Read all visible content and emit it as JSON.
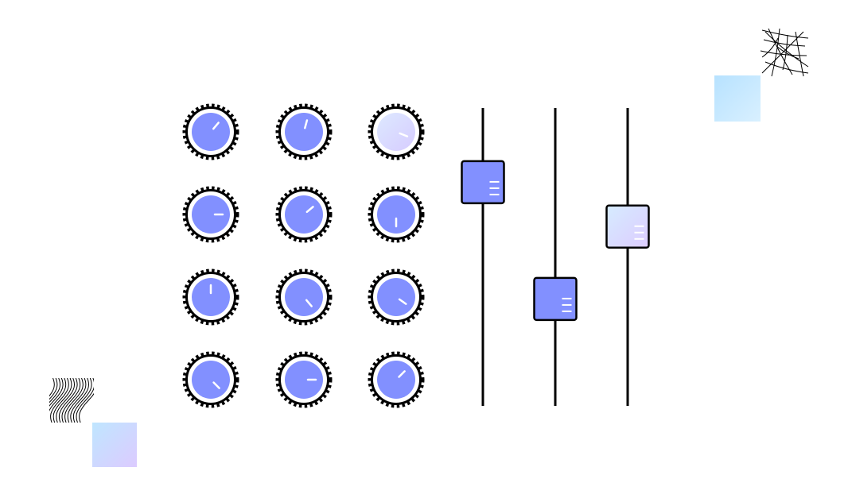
{
  "colors": {
    "knob_fill": "#8290ff",
    "knob_ring": "#000000",
    "knob_bg": "#ffffff",
    "indicator": "#ffffff",
    "fader_track": "#000000",
    "fader_handle": "#8290ff",
    "gradient_start": "#d8e6ff",
    "gradient_end": "#d9c8ff",
    "deco_blue_start": "#c4ebff",
    "deco_blue_end": "#b6dfff"
  },
  "knobs": [
    {
      "row": 0,
      "col": 0,
      "angle": 40,
      "style": "solid"
    },
    {
      "row": 0,
      "col": 1,
      "angle": 15,
      "style": "solid"
    },
    {
      "row": 0,
      "col": 2,
      "angle": 112,
      "style": "gradient"
    },
    {
      "row": 1,
      "col": 0,
      "angle": 90,
      "style": "solid"
    },
    {
      "row": 1,
      "col": 1,
      "angle": 50,
      "style": "solid"
    },
    {
      "row": 1,
      "col": 2,
      "angle": 180,
      "style": "solid"
    },
    {
      "row": 2,
      "col": 0,
      "angle": 0,
      "style": "solid"
    },
    {
      "row": 2,
      "col": 1,
      "angle": 140,
      "style": "solid"
    },
    {
      "row": 2,
      "col": 2,
      "angle": 125,
      "style": "solid"
    },
    {
      "row": 3,
      "col": 0,
      "angle": 135,
      "style": "solid"
    },
    {
      "row": 3,
      "col": 1,
      "angle": 90,
      "style": "solid"
    },
    {
      "row": 3,
      "col": 2,
      "angle": 45,
      "style": "solid"
    }
  ],
  "faders": [
    {
      "level": 0.82,
      "style": "solid"
    },
    {
      "level": 0.32,
      "style": "solid"
    },
    {
      "level": 0.63,
      "style": "gradient"
    }
  ],
  "icons": {
    "knob": "rotary-knob-icon",
    "fader": "slider-fader-icon",
    "wavy_pattern": "wavy-lines-icon",
    "web_pattern": "web-lines-icon"
  }
}
